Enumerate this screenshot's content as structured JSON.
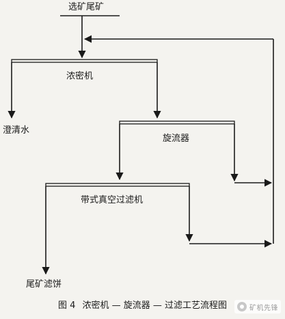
{
  "nodes": {
    "tailings_in": "选矿尾矿",
    "thickener": "浓密机",
    "clear_water": "澄清水",
    "hydrocyclone": "旋流器",
    "belt_filter": "带式真空过滤机",
    "filter_cake": "尾矿滤饼"
  },
  "caption": {
    "fig_num": "图 4",
    "text": "浓密机 — 旋流器 — 过滤工艺流程图"
  },
  "watermark": {
    "icon": "circle-logo-icon",
    "text": "矿机先锋"
  },
  "colors": {
    "line": "#1a1a1a",
    "background": "#f4f3ef"
  }
}
